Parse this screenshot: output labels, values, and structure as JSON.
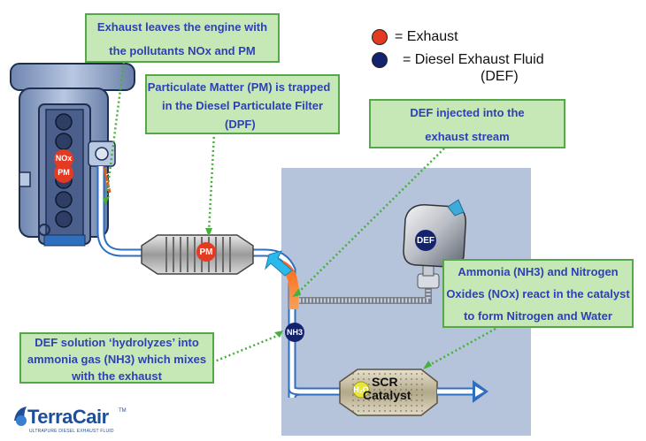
{
  "legend": {
    "exhaust_label": "= Exhaust",
    "def_label_line1": "= Diesel Exhaust Fluid",
    "def_label_line2": "(DEF)",
    "exhaust_color": "#e53a22",
    "def_color": "#14236e"
  },
  "callouts": {
    "engine": [
      "Exhaust leaves the engine with",
      "the pollutants NOx and PM"
    ],
    "dpf": [
      "Particulate Matter (PM) is trapped",
      "in the Diesel Particulate Filter",
      "(DPF)"
    ],
    "def_inject": [
      "DEF injected into the",
      "exhaust stream"
    ],
    "reaction": [
      "Ammonia (NH3) and Nitrogen",
      "Oxides (NOx) react in the catalyst",
      "to form Nitrogen and Water"
    ],
    "hydrolyze": [
      "DEF solution ‘hydrolyzes’ into",
      "ammonia gas (NH3) which mixes",
      "with the exhaust"
    ]
  },
  "labels": {
    "engine_nox": "NOx",
    "engine_pm": "PM",
    "dpf_pm": "PM",
    "def_tank": "DEF",
    "nh3": "NH3",
    "h2o": "H₂O",
    "scr_line1": "SCR",
    "scr_line2": "Catalyst"
  },
  "logo": {
    "name": "TerraCair",
    "trademark": "TM",
    "tagline": "ULTRAPURE DIESEL EXHAUST FLUID"
  },
  "colors": {
    "callout_fill": "#c6e8b7",
    "callout_border": "#55a84a",
    "callout_text": "#2e3fb8",
    "panel": "#b5c4da",
    "pipe": "#2f6fc0"
  }
}
